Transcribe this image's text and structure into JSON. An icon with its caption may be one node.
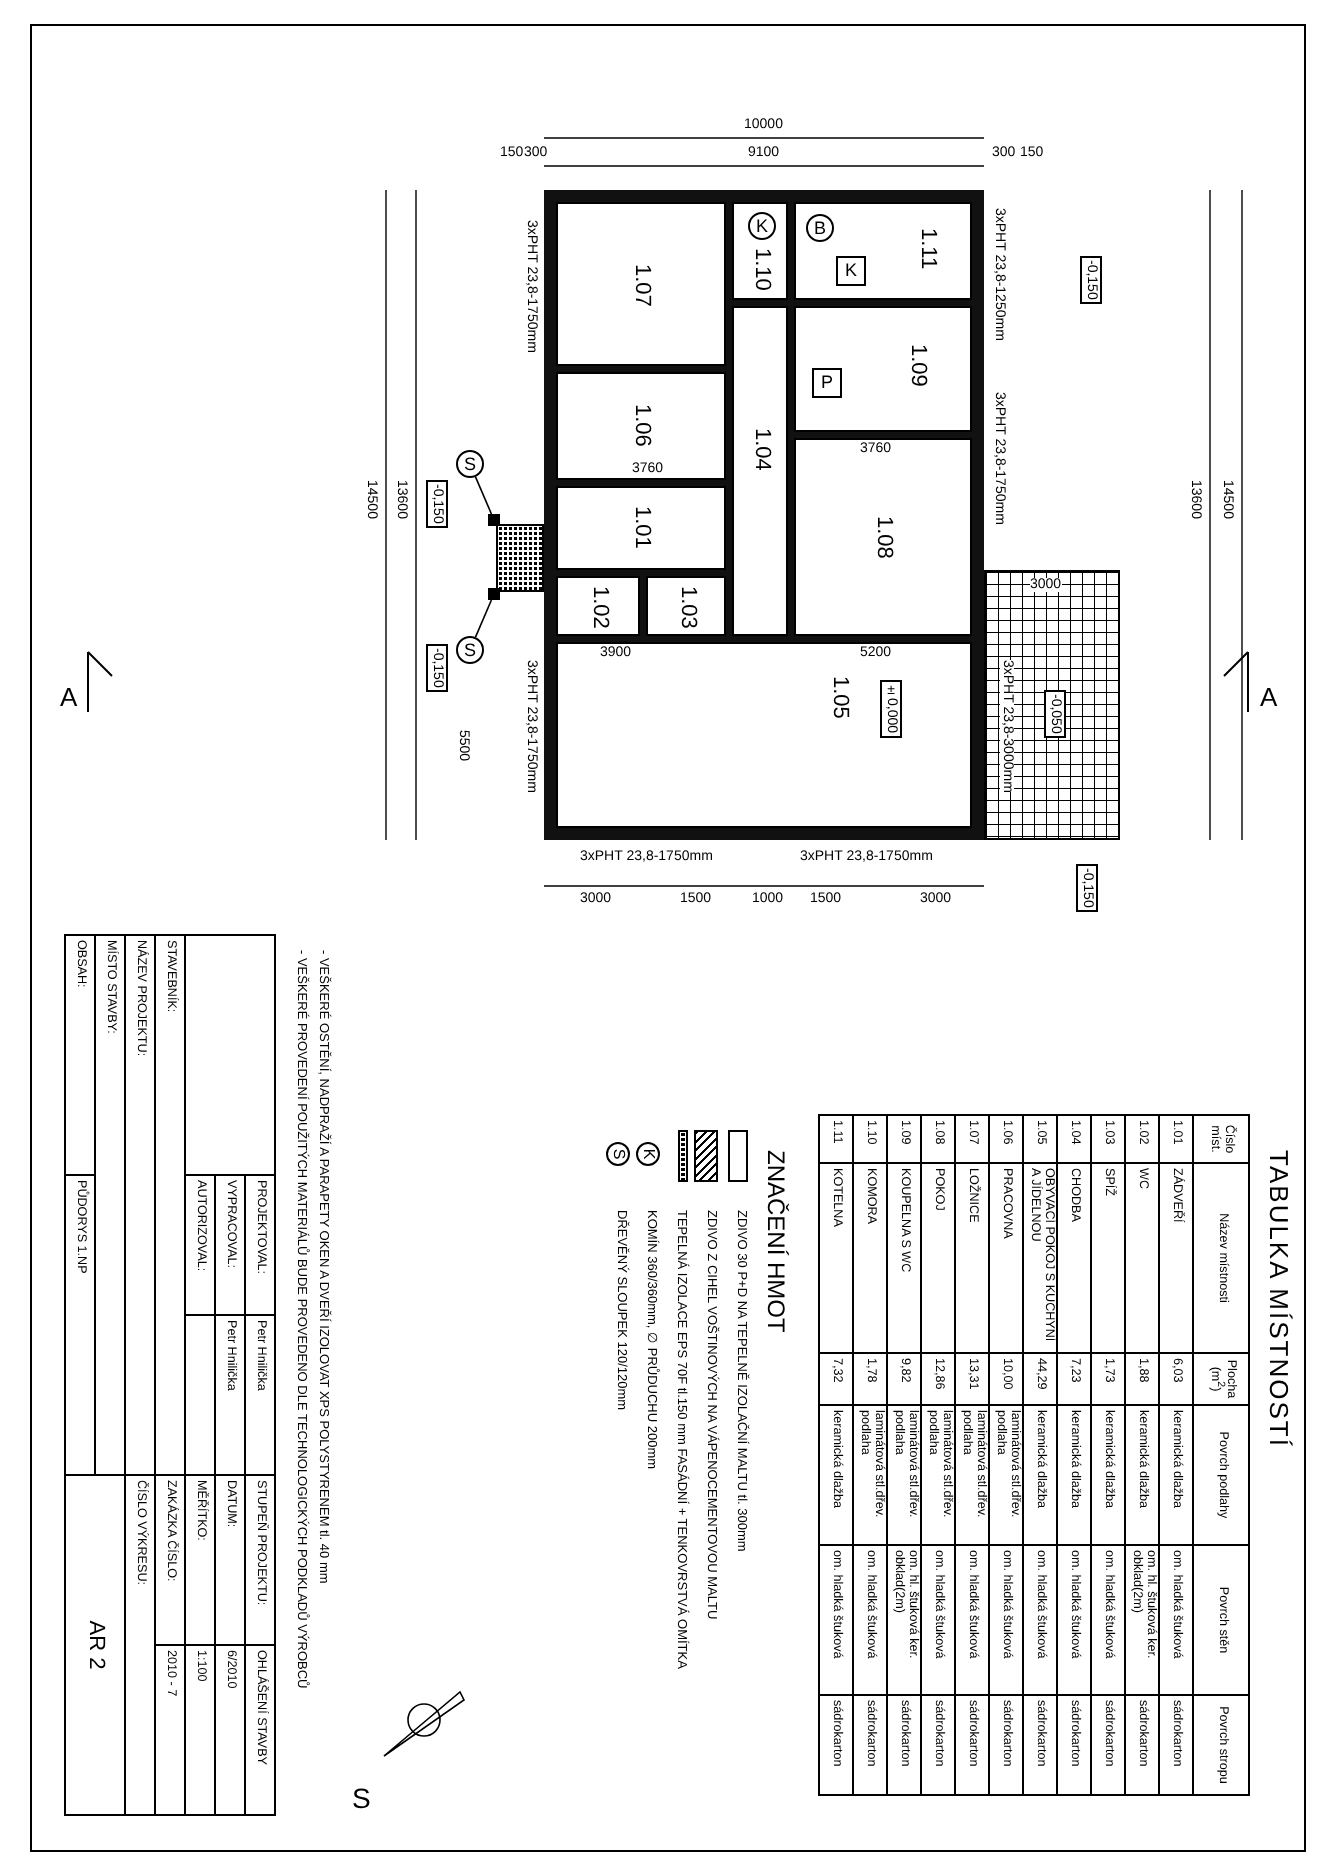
{
  "diagram": {
    "nodes": [
      {
        "text": [
          "1.07"
        ]
      },
      {
        "text": [
          "1.10"
        ]
      },
      {
        "text": [
          "1.11"
        ]
      },
      {
        "text": [
          "B"
        ],
        "in": 2
      },
      {
        "text": [
          "K"
        ],
        "in": 2
      },
      {
        "text": [
          "K"
        ],
        "in": 1
      },
      {
        "text": [
          "1.09"
        ]
      },
      {
        "text": [
          "P"
        ],
        "in": 6
      },
      {
        "text": [
          "1.06"
        ]
      },
      {
        "text": [
          "1.04"
        ]
      },
      {
        "text": [
          "1.08"
        ]
      },
      {
        "text": [
          "1.01"
        ]
      },
      {
        "text": [
          "1.02"
        ]
      },
      {
        "text": [
          "1.03"
        ]
      },
      {
        "text": [
          "1.05"
        ]
      },
      {
        "text": [
          "S"
        ]
      },
      {
        "text": [
          "S"
        ]
      },
      {
        "text": [],
        "shape": "box"
      },
      {
        "text": [],
        "shape": "box"
      }
    ],
    "edges": [
      {
        "from": 15,
        "to": 17,
        "arrow": "none"
      },
      {
        "from": 16,
        "to": 18,
        "arrow": "none"
      }
    ],
    "labels": [
      "10000",
      "150",
      "300",
      "9100",
      "300",
      "150",
      "-0,150",
      "14500",
      "13600",
      "13600",
      "14500",
      "3xPHT 23,8-1750mm",
      "3xPHT 23,8-1750mm",
      "3xPHT 23,8-1250mm",
      "3xPHT 23,8-1750mm",
      "3xPHT 23,8-3000mm",
      "-0,150",
      "-0,150",
      "5500",
      "3760",
      "3760",
      "±0,000",
      "3900",
      "5200",
      "-0,050",
      "3000",
      "3xPHT 23,8-1750mm",
      "3xPHT 23,8-1750mm",
      "3000",
      "1500",
      "1000",
      "1500",
      "3000",
      "-0,150",
      "A",
      "A",
      "S",
      "TABULKA MÍSTNOSTÍ",
      "Číslo míst.",
      "Název místnosti",
      "Plocha (m$^{2}$)",
      "Povrch podlahy",
      "Povrch stěn",
      "Povrch stropu",
      "1.01",
      "ZÁDVEŘÍ",
      "6,03",
      "keramická dlažba",
      "om. hladká štuková",
      "sádrokarton",
      "1.02",
      "WC",
      "1,88",
      "keramická dlažba",
      "om. hl. štuková ker. obklad(2m)",
      "sádrokarton",
      "1.03",
      "SPÍŽ",
      "1,73",
      "keramická dlažba",
      "om. hladká štuková",
      "sádrokarton",
      "1.04",
      "CHODBA",
      "7,23",
      "keramická dlažba",
      "om. hladká štuková",
      "sádrokarton",
      "1.05",
      "OBÝVACÍ POKOJ S KUCHYNÍ A JÍDELNOU",
      "44,29",
      "keramická dlažba",
      "om. hladká štuková",
      "sádrokarton",
      "1.06",
      "PRACOVNA",
      "10,00",
      "laminátová stl.dřev. podlaha",
      "om. hladká štuková",
      "sádrokarton",
      "1.07",
      "LOŽNICE",
      "13,31",
      "laminátová stl.dřev. podlaha",
      "om. hladká štuková",
      "sádrokarton",
      "1.08",
      "POKOJ",
      "12,86",
      "laminátová stl.dřev. podlaha",
      "om. hladká štuková",
      "sádrokarton",
      "1.09",
      "KOUPELNA S WC",
      "9,82",
      "laminátová stl.dřev. podlaha",
      "om. hl. štuková ker. obklad(2m)",
      "sádrokarton",
      "1.10",
      "KOMORA",
      "1,78",
      "laminátová stl.dřev. podlaha",
      "om. hladká štuková",
      "sádrokarton",
      "1.11",
      "KOTELNA",
      "7,32",
      "keramická dlažba",
      "om. hladká štuková",
      "sádrokarton",
      "ZNAČENÍ HMOT",
      "S",
      "K",
      "- VEŠKERÉ PROVEDENÍ POUŽITÝCH MATERIÁLŮ BUDE PROVEDENO DLE TECHNOLOGICKÝCH PODKLADŮ VÝROBCŮ",
      "- VEŠKERÉ OSTĚNÍ, NADPRAŽÍ A PARAPETY OKEN A DVEŘÍ IZOLOVAT XPS POLYSTYRENEM tl. 40 mm",
      "PROJEKTOVAL:",
      "Petr Hnilička",
      "STUPEŇ PROJEKTU:",
      "OHLÁŠENÍ STAVBY",
      "VYPRACOVAL:",
      "Petr Hnilička",
      "DATUM:",
      "6/2010",
      "AUTORIZOVAL:",
      "MĚŘÍTKO:",
      "1:100",
      "STAVEBNÍK:",
      "ZAKÁZKA ČÍSLO:",
      "2010 - 7",
      "NÁZEV PROJEKTU:",
      "ČÍSLO VÝKRESU:",
      "MÍSTO STAVBY:",
      "AR 2",
      "OBSAH:",
      "PŮDORYS 1.NP"
    ],
    "legend": [
      {
        "text": "ZDIVO 30 P+D NA TEPELNĚ IZOLAČNÍ MALTU tl. 300mm"
      },
      {
        "text": "ZDIVO Z CIHEL VOŠTINOVÝCH NA VÁPENOCEMENTOVOU MALTU"
      },
      {
        "text": "TEPELNÁ IZOLACE EPS 70F tl.150 mm FASÁDNÍ + TENKOVRSTVÁ OMÍTKA"
      },
      {
        "text": "KOMÍN 360/360mm, ∅ PRŮDUCHU 200mm"
      },
      {
        "text": "DŘEVĚNÝ SLOUPEK 120/120mm"
      }
    ]
  }
}
